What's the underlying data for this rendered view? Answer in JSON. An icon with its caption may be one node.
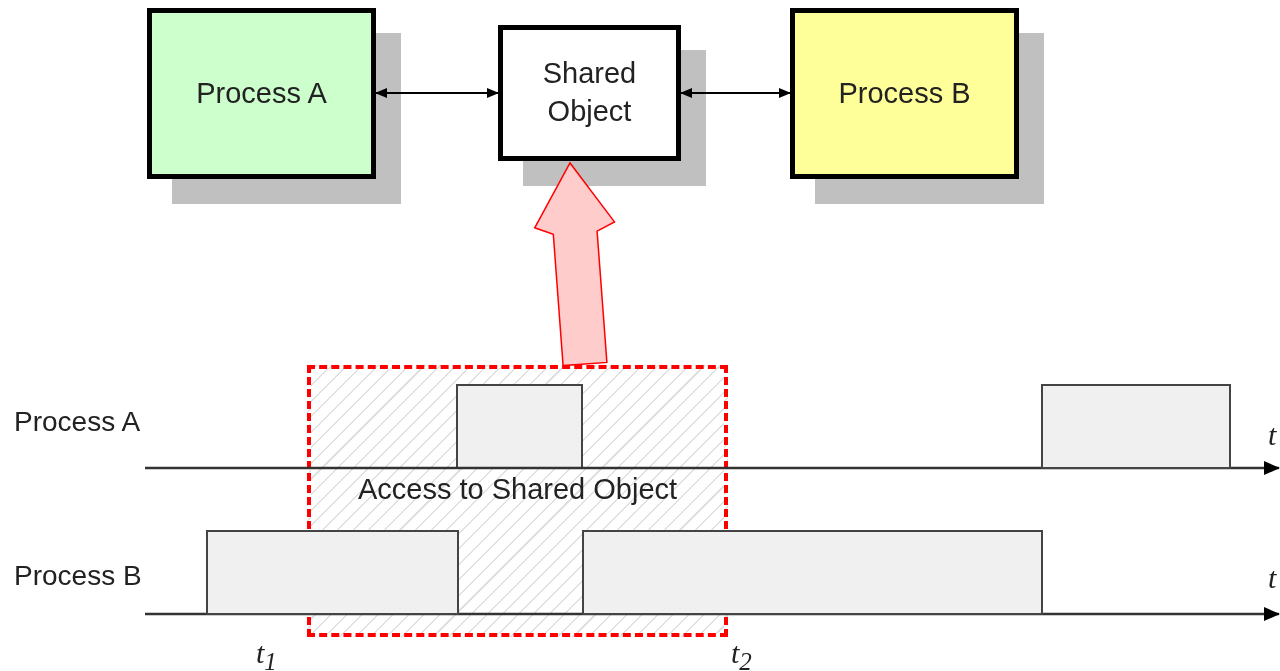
{
  "diagram": {
    "nodes": [
      {
        "text": [
          "Process A"
        ]
      },
      {
        "text": [
          "Shared Object"
        ]
      },
      {
        "text": [
          "Process B"
        ]
      },
      {
        "text": [
          "Access to Shared Object"
        ]
      },
      {
        "text": [],
        "shape": "bar",
        "in": 3
      },
      {
        "text": [],
        "shape": "bar"
      },
      {
        "text": [],
        "shape": "bar"
      },
      {
        "text": [],
        "shape": "bar"
      }
    ],
    "edges": [
      {
        "from": 0,
        "to": 1,
        "arrow": "both"
      },
      {
        "from": 1,
        "to": 2,
        "arrow": "both"
      },
      {
        "from": 3,
        "to": 1,
        "arrow": "to",
        "style": "thick",
        "color": "#ff0000"
      }
    ],
    "labels": [
      "Process A",
      "t",
      "Process B",
      "t",
      "t$_{1}$",
      "t$_{2}$"
    ]
  }
}
